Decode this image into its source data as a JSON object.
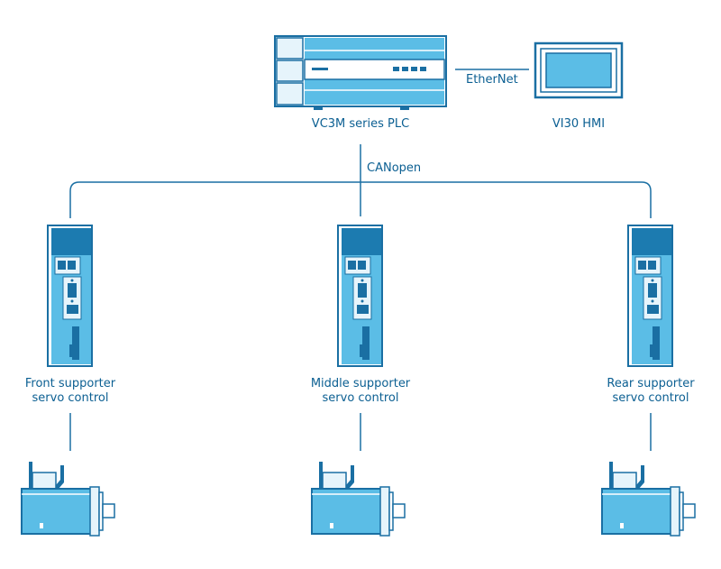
{
  "network": {
    "plc_label": "VC3M series PLC",
    "hmi_label": "VI30 HMI",
    "ethernet_label": "EtherNet",
    "canopen_label": "CANopen"
  },
  "servos": [
    {
      "line1": "Front supporter",
      "line2": "servo control"
    },
    {
      "line1": "Middle supporter",
      "line2": "servo control"
    },
    {
      "line1": "Rear supporter",
      "line2": "servo control"
    }
  ],
  "colors": {
    "line": "#1a6fa3",
    "device_fill": "#5bbde6",
    "device_dark": "#1c7bb0",
    "device_light": "#e6f4fb",
    "text": "#0b5f92"
  }
}
